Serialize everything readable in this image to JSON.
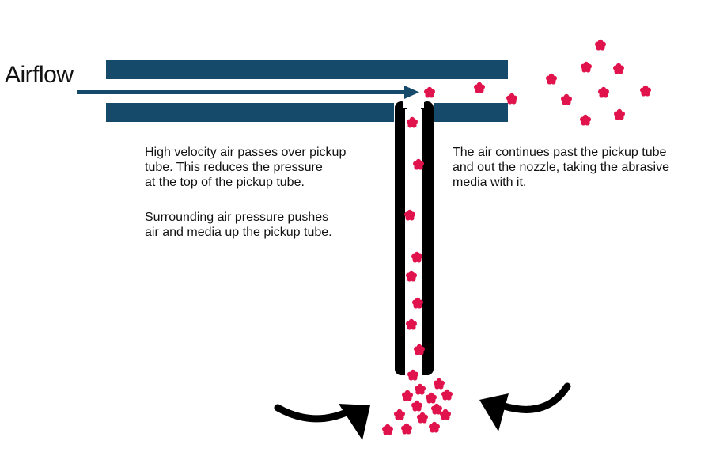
{
  "labels": {
    "airflow": "Airflow"
  },
  "text_blocks": {
    "pickup_velocity": [
      "High velocity air passes over pickup",
      "tube.  This reduces the pressure",
      "at the top of the pickup tube."
    ],
    "surrounding_pressure": [
      "Surrounding air pressure pushes",
      "air and media up the pickup tube."
    ],
    "continues_nozzle": [
      "The air continues past the pickup tube",
      "and out the nozzle, taking the abrasive",
      "media with it."
    ]
  },
  "colors": {
    "pipe": "#154a6b",
    "tube": "#000000",
    "particle": "#e0134d",
    "arrow": "#000000"
  },
  "icons": {
    "particle": "abrasive-particle-icon",
    "airflow_arrow": "airflow-arrow-icon",
    "pressure_arrow": "curved-arrow-icon"
  }
}
